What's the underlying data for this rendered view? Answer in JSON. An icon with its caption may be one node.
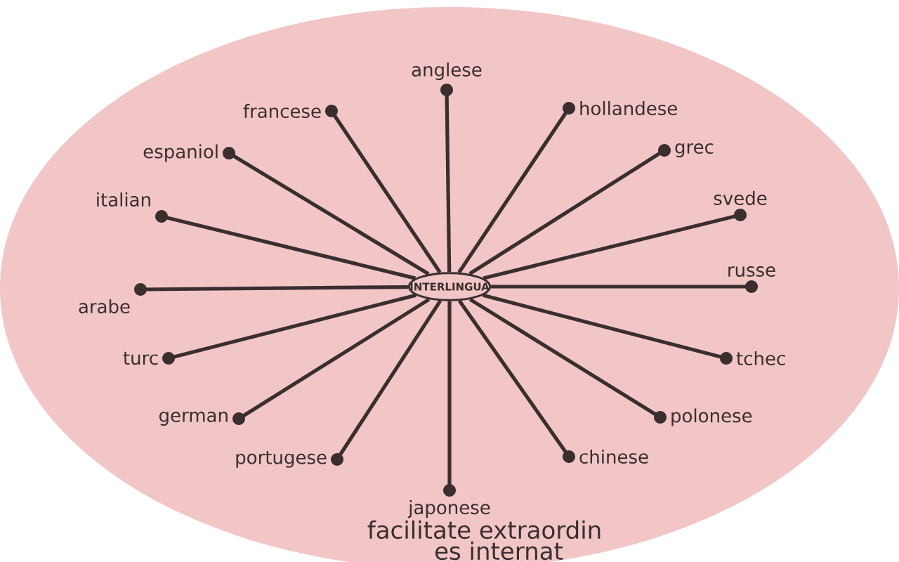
{
  "diagram": {
    "nodes": [
      {
        "text": [
          "INTERLINGUA"
        ]
      },
      {
        "text": [
          "anglese"
        ]
      },
      {
        "text": [
          "francese"
        ]
      },
      {
        "text": [
          "hollandese"
        ]
      },
      {
        "text": [
          "espaniol"
        ]
      },
      {
        "text": [
          "grec"
        ]
      },
      {
        "text": [
          "italian"
        ]
      },
      {
        "text": [
          "svede"
        ]
      },
      {
        "text": [
          "arabe"
        ]
      },
      {
        "text": [
          "russe"
        ]
      },
      {
        "text": [
          "turc"
        ]
      },
      {
        "text": [
          "tchec"
        ]
      },
      {
        "text": [
          "german"
        ]
      },
      {
        "text": [
          "polonese"
        ]
      },
      {
        "text": [
          "portugese"
        ]
      },
      {
        "text": [
          "chinese"
        ]
      },
      {
        "text": [
          "japonese"
        ]
      }
    ],
    "edges": [
      {
        "from": 0,
        "to": 1,
        "arrow": "other"
      },
      {
        "from": 0,
        "to": 2,
        "arrow": "other"
      },
      {
        "from": 0,
        "to": 3,
        "arrow": "other"
      },
      {
        "from": 0,
        "to": 4,
        "arrow": "other"
      },
      {
        "from": 0,
        "to": 5,
        "arrow": "other"
      },
      {
        "from": 0,
        "to": 6,
        "arrow": "other"
      },
      {
        "from": 0,
        "to": 7,
        "arrow": "other"
      },
      {
        "from": 0,
        "to": 8,
        "arrow": "other"
      },
      {
        "from": 0,
        "to": 9,
        "arrow": "other"
      },
      {
        "from": 0,
        "to": 10,
        "arrow": "other"
      },
      {
        "from": 0,
        "to": 11,
        "arrow": "other"
      },
      {
        "from": 0,
        "to": 12,
        "arrow": "other"
      },
      {
        "from": 0,
        "to": 13,
        "arrow": "other"
      },
      {
        "from": 0,
        "to": 14,
        "arrow": "other"
      },
      {
        "from": 0,
        "to": 15,
        "arrow": "other"
      },
      {
        "from": 0,
        "to": 16,
        "arrow": "other"
      }
    ],
    "labels": [
      "facilitate extraordin",
      "es internat"
    ]
  }
}
